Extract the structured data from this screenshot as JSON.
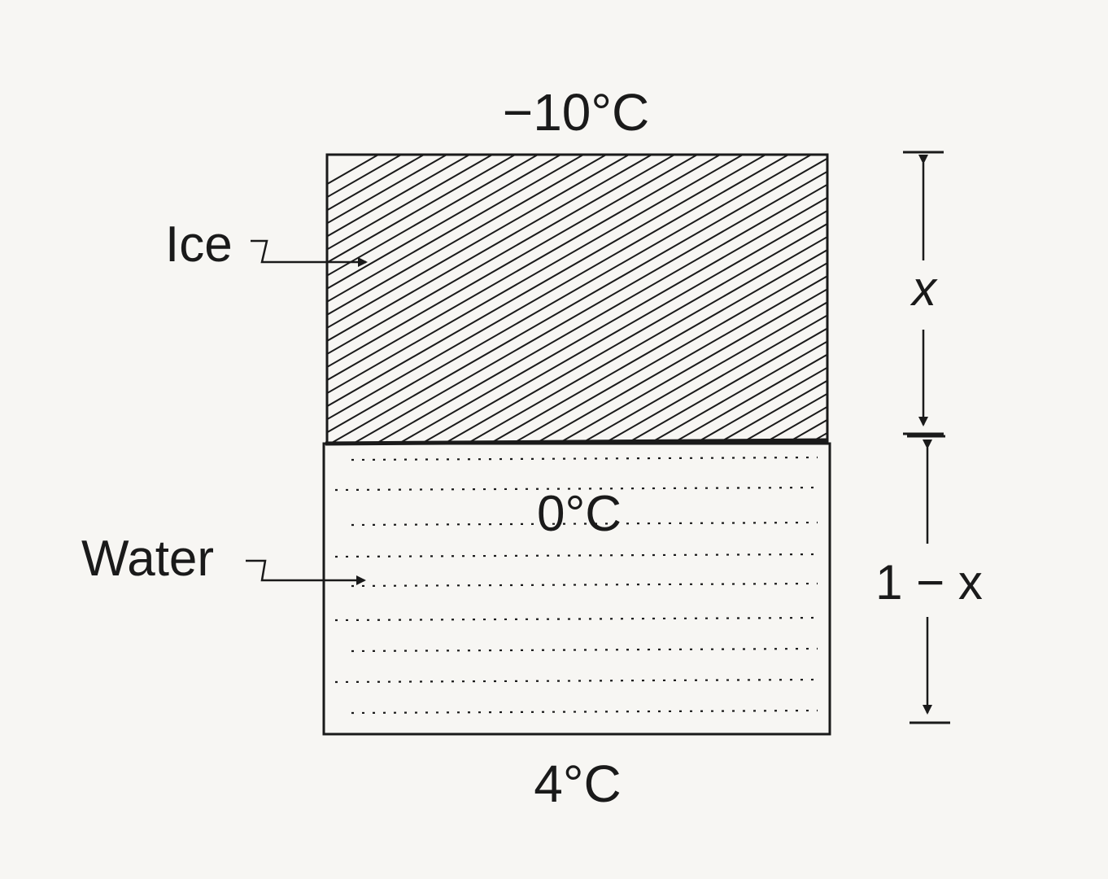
{
  "labels": {
    "top_temperature": "−10°C",
    "interface_temperature": "0°C",
    "bottom_temperature": "4°C",
    "ice": "Ice",
    "water": "Water",
    "ice_thickness": "x",
    "water_thickness": "1 − x"
  },
  "colors": {
    "ink": "#1a1a1a",
    "paper": "#f7f6f3"
  }
}
